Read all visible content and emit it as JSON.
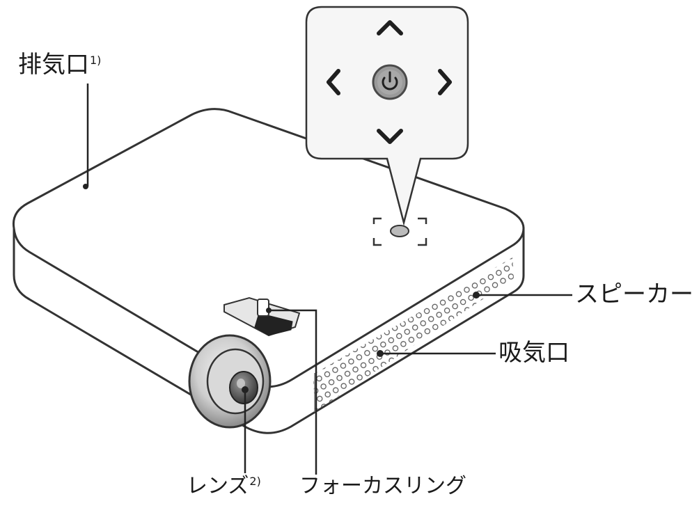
{
  "diagram": {
    "subject": "projector",
    "labels": {
      "exhaust_vent": {
        "text": "排気口",
        "note": "1)"
      },
      "speaker": {
        "text": "スピーカー"
      },
      "intake_vent": {
        "text": "吸気口"
      },
      "lens": {
        "text": "レンズ",
        "note": "2)"
      },
      "focus_ring": {
        "text": "フォーカスリング"
      }
    },
    "callout_buttons": [
      "up",
      "left",
      "power",
      "right",
      "down"
    ],
    "colors": {
      "line": "#333333",
      "body_fill": "#ffffff",
      "callout_fill": "#f6f6f6",
      "power_button": "#9a9a9a"
    }
  }
}
